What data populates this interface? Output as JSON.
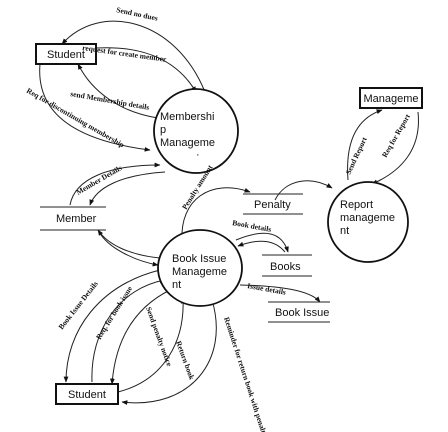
{
  "entities": {
    "student_top": "Student",
    "student_bottom": "Student",
    "manager": "Manageme"
  },
  "processes": {
    "membership": [
      "Membershi",
      "p",
      "Manageme",
      "·"
    ],
    "book_issue": [
      "Book Issue",
      "Manageme",
      "nt"
    ],
    "report": [
      "Report",
      "manageme",
      "nt"
    ]
  },
  "stores": {
    "member": "Member",
    "penalty": "Penalty",
    "books": "Books",
    "book_issue": "Book Issue"
  },
  "flows": {
    "send_no_dues": "Send no dues",
    "request_create": "request for create member",
    "send_membership": "send Membership details",
    "req_discontinue": "Req for discontinuing membership",
    "member_details": "Member Details",
    "penalty_amount": "Penalty amount",
    "book_details": "Book details",
    "issue_details": "Issue details",
    "send_report": "Send Report",
    "req_for_report": "Req for Report",
    "book_issue_details": "Book Issue Details",
    "req_book_issue": "Req. for book issue",
    "send_penalty_notice": "Send penalty notice",
    "return_book": "Return book",
    "reminder": "Reminder for return book with penalty"
  }
}
